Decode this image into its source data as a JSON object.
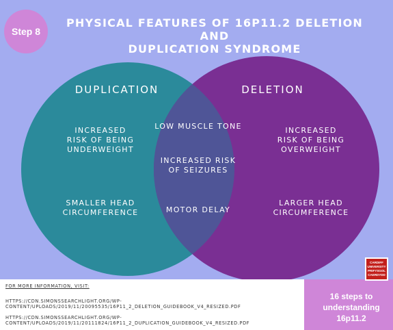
{
  "badge": {
    "label": "Step 8"
  },
  "title": {
    "line1": "PHYSICAL FEATURES OF 16P11.2 DELETION AND",
    "line2": "DUPLICATION SYNDROME"
  },
  "colors": {
    "background": "#a3acf0",
    "duplication_circle": "#2b8a9b",
    "deletion_circle": "#7a2f93",
    "overlap": "#4f5597",
    "badge": "#cf86d8",
    "logo": "#c3201c"
  },
  "venn": {
    "left_heading": "DUPLICATION",
    "right_heading": "DELETION",
    "left_items": [
      {
        "line1": "INCREASED",
        "line2": "RISK OF BEING",
        "line3": "UNDERWEIGHT"
      },
      {
        "line1": "SMALLER HEAD",
        "line2": "CIRCUMFERENCE"
      }
    ],
    "right_items": [
      {
        "line1": "INCREASED",
        "line2": "RISK OF BEING",
        "line3": "OVERWEIGHT"
      },
      {
        "line1": "LARGER HEAD",
        "line2": "CIRCUMFERENCE"
      }
    ],
    "shared_items": [
      {
        "line1": "LOW MUSCLE TONE"
      },
      {
        "line1": "INCREASED RISK",
        "line2": "OF SEIZURES"
      },
      {
        "line1": "MOTOR DELAY"
      }
    ]
  },
  "info": {
    "heading": "FOR MORE INFORMATION, VISIT:",
    "link1_line1": "HTTPS://CDN.SIMONSSEARCHLIGHT.ORG/WP-",
    "link1_line2": "CONTENT/UPLOADS/2019/11/20095535/16P11_2_DELETION_GUIDEBOOK_V4_RESIZED.PDF",
    "link2_line1": "HTTPS://CDN.SIMONSSEARCHLIGHT.ORG/WP-",
    "link2_line2": "CONTENT/UPLOADS/2019/11/20111824/16P11_2_DUPLICATION_GUIDEBOOK_V4_RESIZED.PDF"
  },
  "steps": {
    "line1": "16 steps to",
    "line2": "understanding",
    "line3": "16p11.2"
  },
  "logo": {
    "line1": "CARDIFF",
    "line2": "UNIVERSITY",
    "line3": "PRIFYSGOL",
    "line4": "CAERDYDD"
  }
}
